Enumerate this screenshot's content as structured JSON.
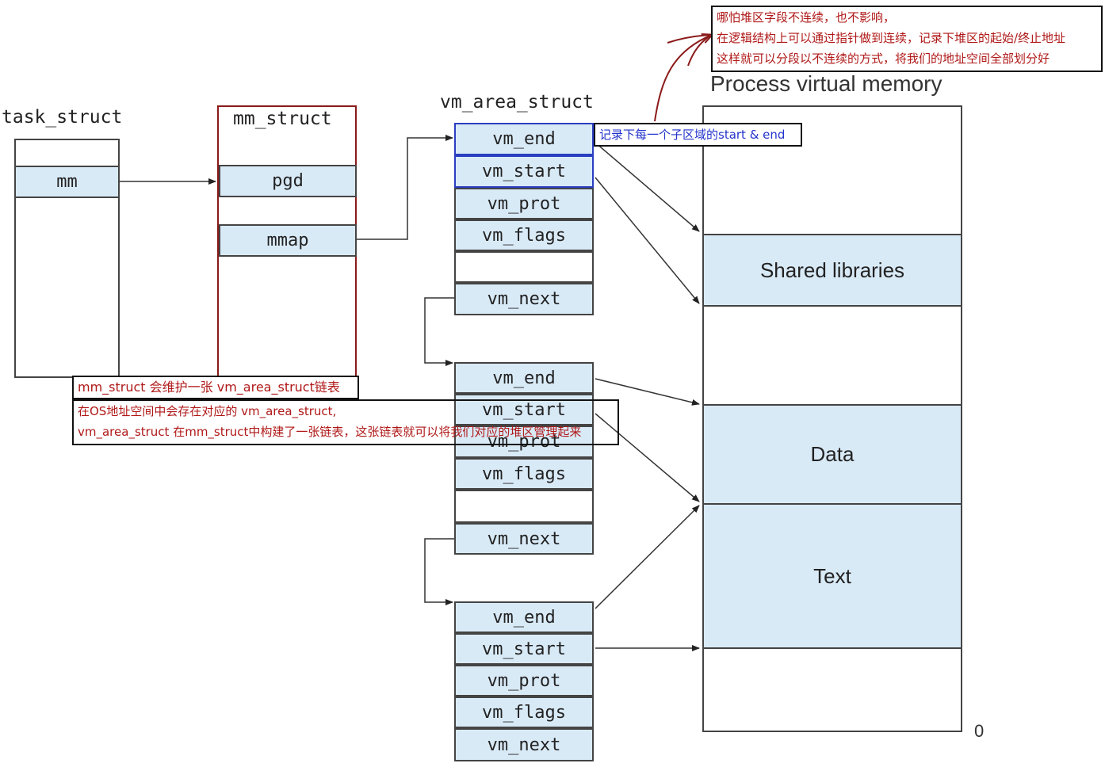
{
  "task_struct": {
    "title": "task_struct",
    "mm": "mm"
  },
  "mm_struct": {
    "title": "mm_struct",
    "pgd": "pgd",
    "mmap": "mmap"
  },
  "vm_area_struct": {
    "title": "vm_area_struct",
    "fields": {
      "end": "vm_end",
      "start": "vm_start",
      "prot": "vm_prot",
      "flags": "vm_flags",
      "next": "vm_next"
    }
  },
  "memory": {
    "title": "Process virtual memory",
    "shared": "Shared libraries",
    "data": "Data",
    "text": "Text",
    "zero": "0"
  },
  "notes": {
    "top": [
      "哪怕堆区字段不连续，也不影响，",
      "在逻辑结构上可以通过指针做到连续，记录下堆区的起始/终止地址",
      "这样就可以分段以不连续的方式，将我们的地址空间全部划分好"
    ],
    "vm": "记录下每一个子区域的start & end",
    "mm1": "mm_struct 会维护一张 vm_area_struct链表",
    "mm2": [
      "在OS地址空间中会存在对应的 vm_area_struct,",
      "vm_area_struct 在mm_struct中构建了一张链表，这张链表就可以将我们对应的堆区管理起来"
    ]
  },
  "colors": {
    "cell": "#d9eaf7",
    "note_red": "#b01818",
    "note_blue": "#2233cc",
    "mm_border": "#8b1a1a"
  }
}
